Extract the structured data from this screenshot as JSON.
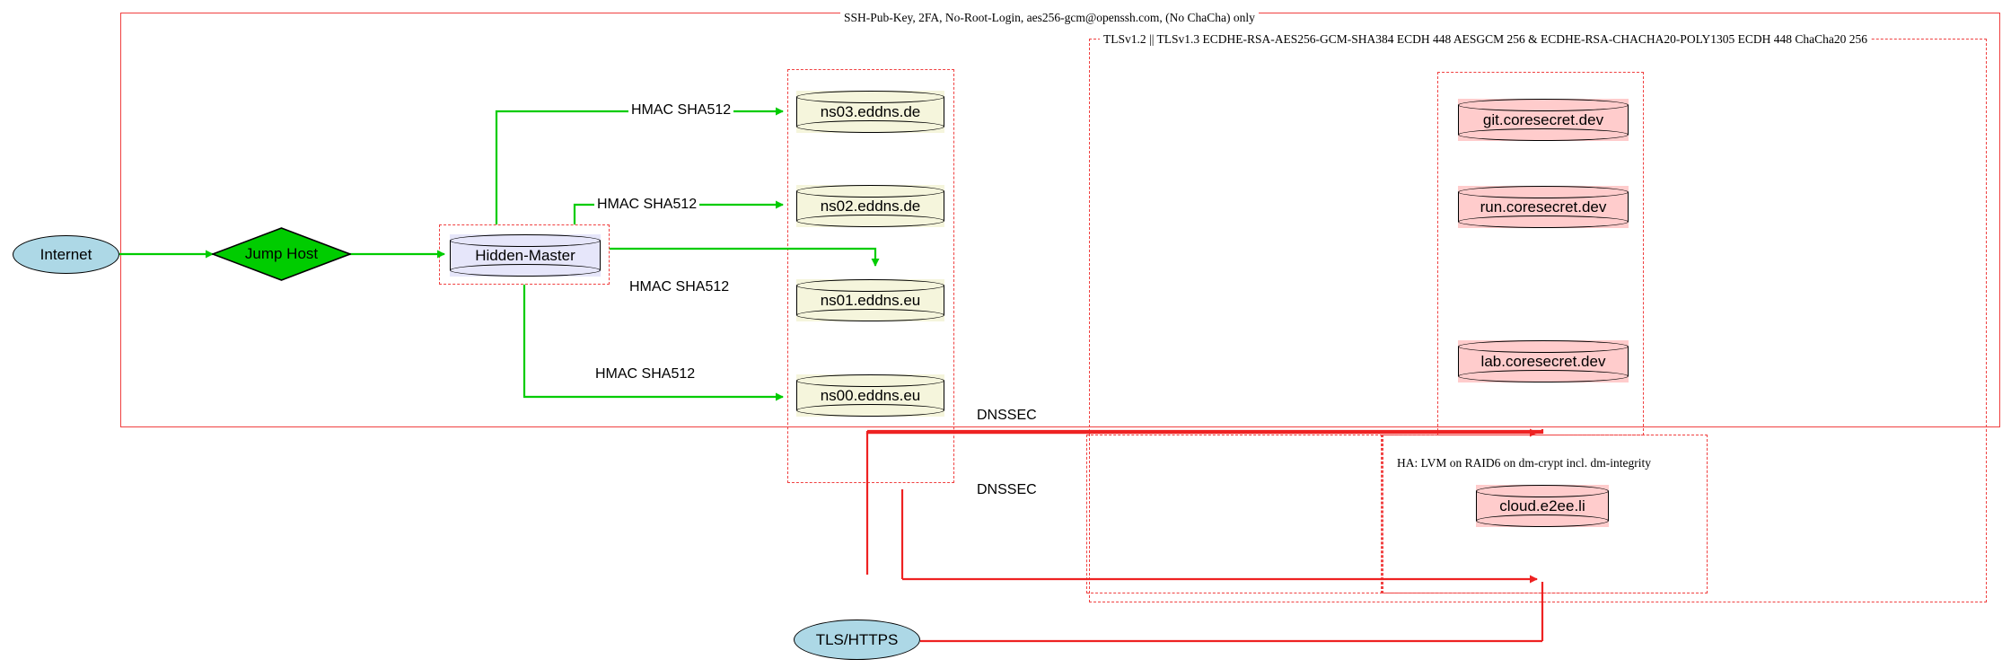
{
  "diagram": {
    "title": "Network security architecture diagram",
    "colors": {
      "boundary": "#f04040",
      "secure_link": "#00cc00",
      "dnssec_link": "#ee2222",
      "internet_fill": "#add8e6",
      "jumphost_fill": "#00cc00",
      "hidden_master_fill": "#e6e6fa",
      "nameserver_fill": "#f5f5dc",
      "service_fill": "#ffcccc"
    }
  },
  "containers": [
    {
      "id": "ssh-boundary",
      "label": "SSH-Pub-Key, 2FA, No-Root-Login, aes256-gcm@openssh.com, (No ChaCha) only",
      "style": "solid"
    },
    {
      "id": "tls-boundary",
      "label": "TLSv1.2 || TLSv1.3 ECDHE-RSA-AES256-GCM-SHA384 ECDH 448 AESGCM 256 & ECDHE-RSA-CHACHA20-POLY1305 ECDH 448 ChaCha20 256",
      "style": "dashed"
    },
    {
      "id": "ha-boundary",
      "label": "HA: LVM on RAID6 on dm-crypt incl. dm-integrity",
      "style": "dashed"
    },
    {
      "id": "hidden-master-boundary",
      "label": "",
      "style": "dashed"
    },
    {
      "id": "nameserver-boundary",
      "label": "",
      "style": "dashed"
    },
    {
      "id": "coresecret-boundary",
      "label": "",
      "style": "dashed"
    },
    {
      "id": "cloud-boundary",
      "label": "",
      "style": "dashed"
    },
    {
      "id": "dnssec-boundary",
      "label": "",
      "style": "dashed"
    }
  ],
  "nodes": {
    "internet": {
      "label": "Internet",
      "shape": "ellipse"
    },
    "jump_host": {
      "label": "Jump Host",
      "shape": "diamond"
    },
    "hidden_master": {
      "label": "Hidden-Master",
      "shape": "cylinder"
    },
    "ns03": {
      "label": "ns03.eddns.de",
      "shape": "cylinder"
    },
    "ns02": {
      "label": "ns02.eddns.de",
      "shape": "cylinder"
    },
    "ns01": {
      "label": "ns01.eddns.eu",
      "shape": "cylinder"
    },
    "ns00": {
      "label": "ns00.eddns.eu",
      "shape": "cylinder"
    },
    "git": {
      "label": "git.coresecret.dev",
      "shape": "cylinder"
    },
    "run": {
      "label": "run.coresecret.dev",
      "shape": "cylinder"
    },
    "lab": {
      "label": "lab.coresecret.dev",
      "shape": "cylinder"
    },
    "cloud": {
      "label": "cloud.e2ee.li",
      "shape": "cylinder"
    },
    "tls_https": {
      "label": "TLS/HTTPS",
      "shape": "ellipse"
    }
  },
  "edge_labels": {
    "hmac_ns03": "HMAC SHA512",
    "hmac_ns02": "HMAC SHA512",
    "hmac_ns01": "HMAC SHA512",
    "hmac_ns00": "HMAC SHA512",
    "dnssec_top": "DNSSEC",
    "dnssec_bottom": "DNSSEC"
  }
}
